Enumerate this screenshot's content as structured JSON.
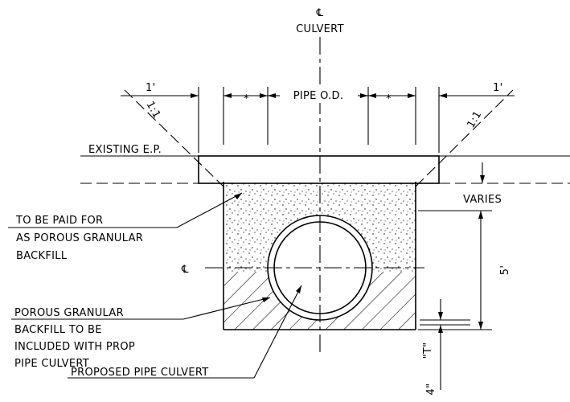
{
  "labels": {
    "centerline_symbol": "℄",
    "culvert": "CULVERT",
    "one_foot_left": "1'",
    "one_foot_right": "1'",
    "slope_left": "1:1",
    "slope_right": "1:1",
    "asterisk_left": "*",
    "asterisk_right": "*",
    "pipe_od": "PIPE O.D.",
    "existing_ep": "EXISTING E.P.",
    "varies": "VARIES",
    "to_be_paid_1": "TO BE PAID FOR",
    "to_be_paid_2": "AS POROUS GRANULAR",
    "to_be_paid_3": "BACKFILL",
    "centerline_left": "℄",
    "five_feet": "5'",
    "porous_1": "POROUS GRANULAR",
    "porous_2": "BACKFILL TO BE",
    "porous_3": "INCLUDED WITH PROP",
    "porous_4": "PIPE CULVERT",
    "proposed": "PROPOSED PIPE CULVERT",
    "t_dim": "\"T\"",
    "four_inch": "4\""
  }
}
